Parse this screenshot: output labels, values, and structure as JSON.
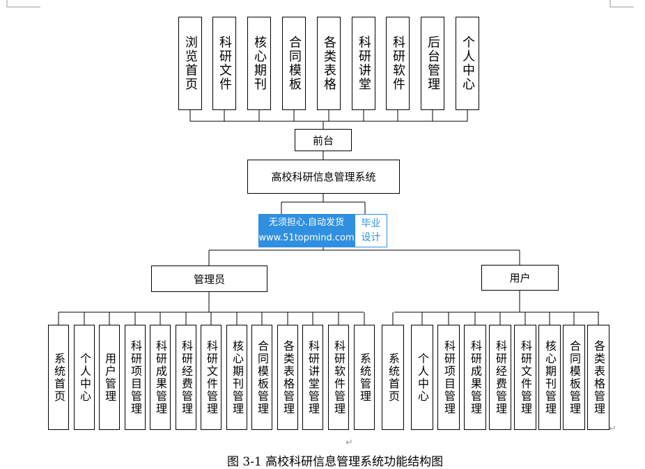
{
  "top_items": [
    "浏览首页",
    "科研文件",
    "核心期刊",
    "合同模板",
    "各类表格",
    "科研讲堂",
    "科研软件",
    "后台管理",
    "个人中心"
  ],
  "front_label": "前台",
  "system_label": "高校科研信息管理系统",
  "watermark": {
    "line1": "无须担心.自动发货",
    "line2": "www.51topmind.com",
    "badge1": "毕业",
    "badge2": "设计"
  },
  "admin_label": "管理员",
  "user_label": "用户",
  "admin_items": [
    "系统首页",
    "个人中心",
    "用户管理",
    "科研项目管理",
    "科研成果管理",
    "科研经费管理",
    "科研文件管理",
    "核心期刊管理",
    "合同模板管理",
    "各类表格管理",
    "科研讲堂管理",
    "科研软件管理",
    "系统管理"
  ],
  "user_items": [
    "系统首页",
    "个人中心",
    "科研项目管理",
    "科研成果管理",
    "科研经费管理",
    "科研文件管理",
    "核心期刊管理",
    "合同模板管理",
    "各类表格管理"
  ],
  "caption": "图 3-1  高校科研信息管理系统功能结构图",
  "return_mark": "↵"
}
